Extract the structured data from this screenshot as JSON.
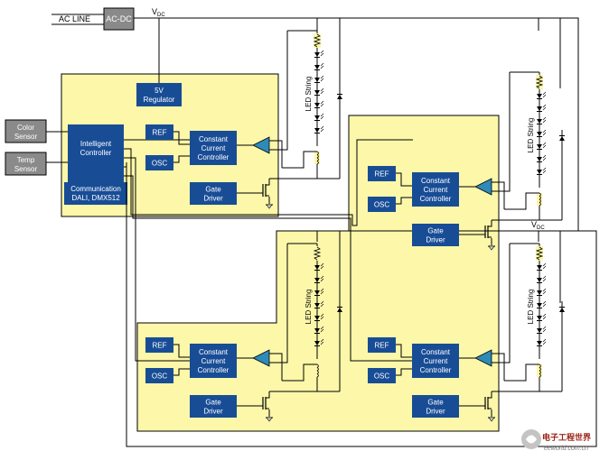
{
  "power": {
    "ac_line": "AC LINE",
    "ac_dc": "AC-DC",
    "vdc_main": "V",
    "vdc_sub": "DC",
    "vdc2_main": "V",
    "vdc2_sub": "DC"
  },
  "control": {
    "regulator": [
      "5V",
      "Regulator"
    ],
    "intelligent": [
      "Intelligent",
      "Controller"
    ],
    "communication": [
      "Communication",
      "DALI, DMX512"
    ]
  },
  "sensors": {
    "color": [
      "Color",
      "Sensor"
    ],
    "temp": [
      "Temp",
      "Sensor"
    ]
  },
  "channel": {
    "ref": "REF",
    "osc": "OSC",
    "ccc": [
      "Constant",
      "Current",
      "Controller"
    ],
    "gate": [
      "Gate",
      "Driver"
    ],
    "led_string": "LED String"
  },
  "watermark": {
    "logo": "电子工程世界",
    "site": "eeworld.com.cn"
  },
  "colors": {
    "yellow": "#fcf7a9",
    "block": "#184d96",
    "gray": "#8a8a8a",
    "opamp": "#2e8ab8"
  }
}
